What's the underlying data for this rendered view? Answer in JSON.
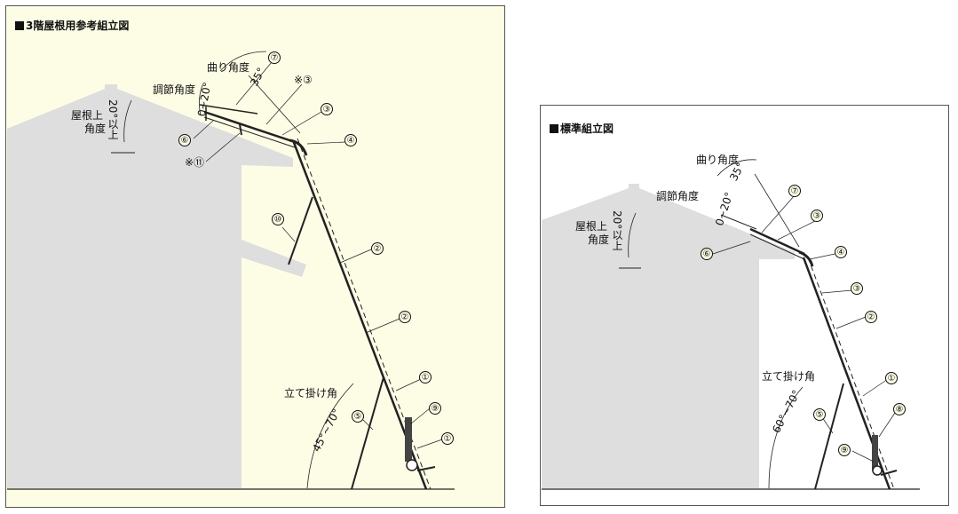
{
  "left": {
    "title": "3階屋根用参考組立図",
    "labels": {
      "bend": "曲り角度",
      "bend_val": "35°",
      "adjust": "調節角度",
      "adjust_val": "0~20°",
      "roof": "屋根上",
      "roof2": "角度",
      "roof_val": "20°以上",
      "stand": "立て掛け角",
      "stand_val": "45°~70°"
    },
    "callouts": [
      "⑦",
      "※③",
      "③",
      "④",
      "⑥",
      "※⑪",
      "⑩",
      "②",
      "②",
      "①",
      "⑨",
      "⑤",
      "①"
    ]
  },
  "right": {
    "title": "標準組立図",
    "labels": {
      "bend": "曲り角度",
      "bend_val": "35°",
      "adjust": "調節角度",
      "adjust_val": "0~20°",
      "roof": "屋根上",
      "roof2": "角度",
      "roof_val": "20°以上",
      "stand": "立て掛け角",
      "stand_val": "60°~70°"
    },
    "callouts": [
      "⑦",
      "③",
      "④",
      "⑥",
      "③",
      "②",
      "①",
      "⑧",
      "⑤",
      "⑨"
    ]
  }
}
